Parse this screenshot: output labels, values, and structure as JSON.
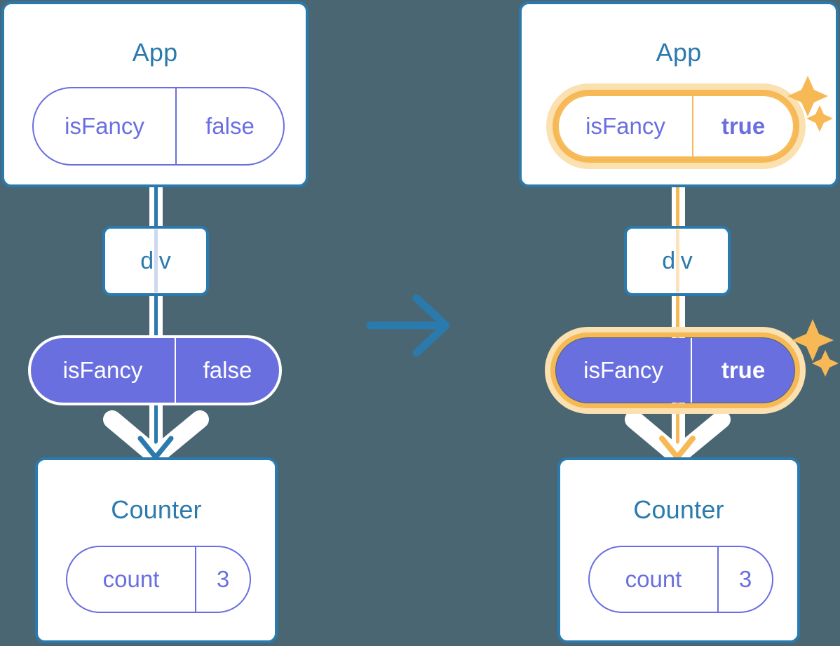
{
  "diagram": {
    "type": "react-state-propagation",
    "background_color": "#4a6672",
    "accent_blue": "#2b7aad",
    "accent_purple": "#6a6fe0",
    "accent_orange": "#f7b955",
    "accent_orange_light": "#fbe0b0",
    "transition_arrow": "right-arrow"
  },
  "before": {
    "app": {
      "title": "App",
      "state_pill": {
        "key": "isFancy",
        "value": "false"
      }
    },
    "div": {
      "label": "div"
    },
    "prop_pill": {
      "key": "isFancy",
      "value": "false"
    },
    "counter": {
      "title": "Counter",
      "state_pill": {
        "key": "count",
        "value": "3"
      }
    }
  },
  "after": {
    "app": {
      "title": "App",
      "state_pill": {
        "key": "isFancy",
        "value": "true"
      },
      "highlighted": true,
      "sparkle": "sparkle-icon"
    },
    "div": {
      "label": "div"
    },
    "prop_pill": {
      "key": "isFancy",
      "value": "true",
      "highlighted": true,
      "sparkle": "sparkle-icon"
    },
    "counter": {
      "title": "Counter",
      "state_pill": {
        "key": "count",
        "value": "3"
      }
    }
  }
}
